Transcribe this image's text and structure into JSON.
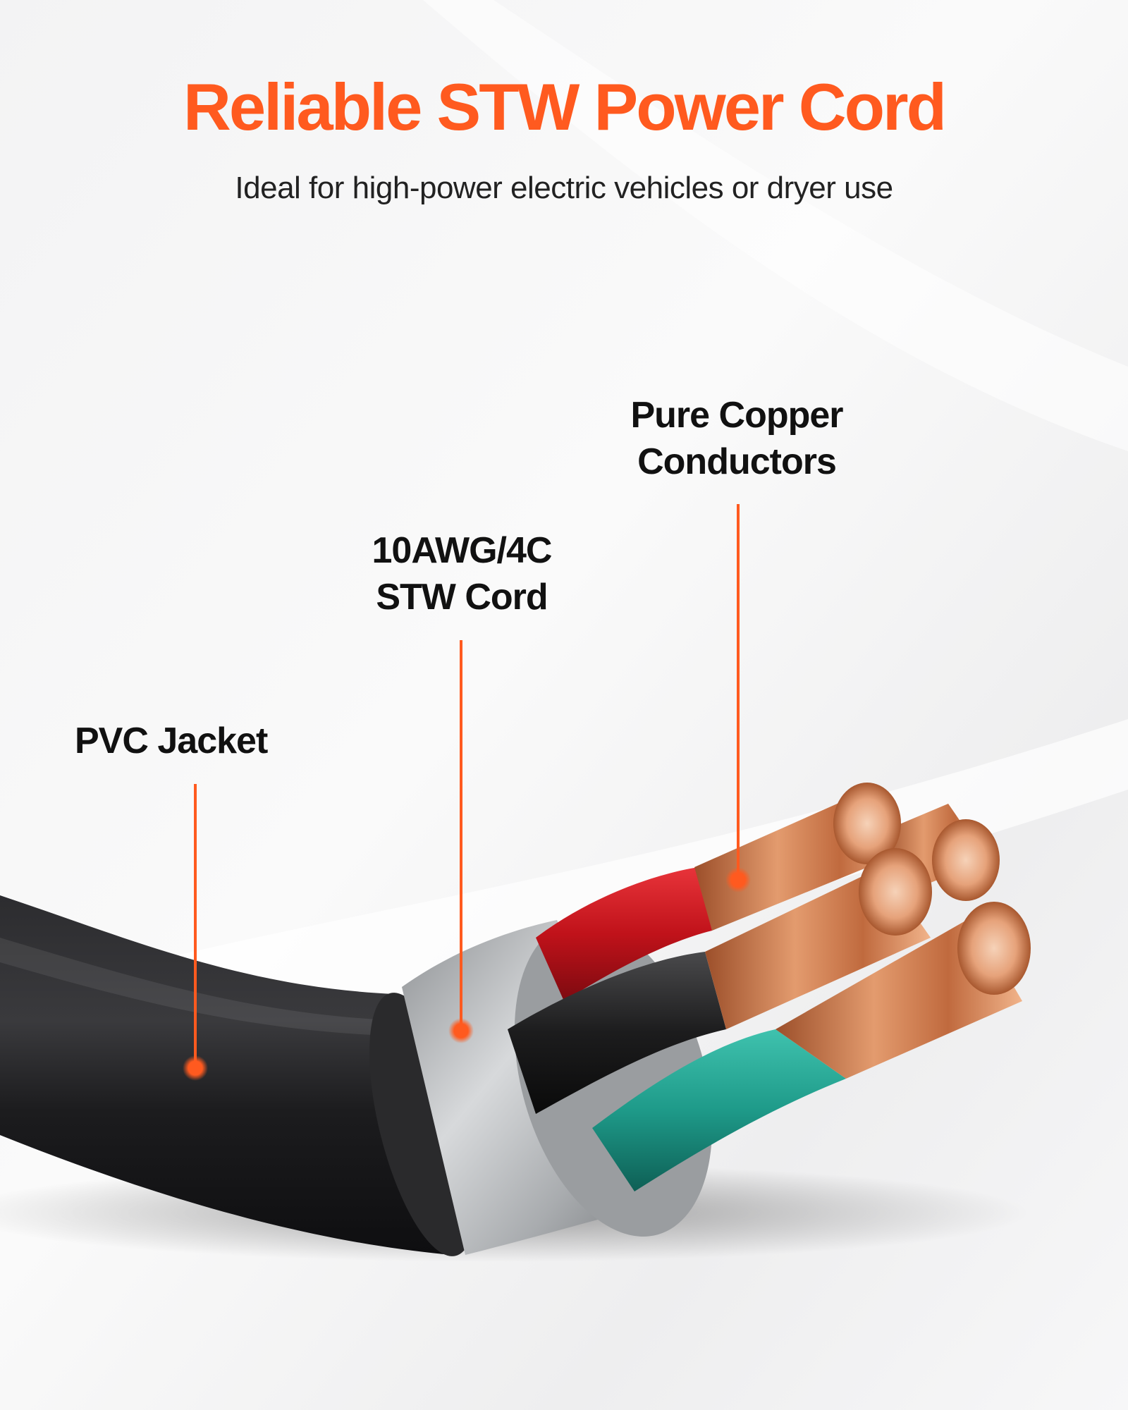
{
  "header": {
    "title": "Reliable STW Power Cord",
    "subtitle": "Ideal for high-power electric vehicles or dryer use"
  },
  "callouts": {
    "copper": {
      "line1": "Pure Copper",
      "line2": "Conductors"
    },
    "stw": {
      "line1": "10AWG/4C",
      "line2": "STW Cord"
    },
    "pvc": {
      "line1": "PVC Jacket"
    }
  },
  "colors": {
    "accent": "#ff5a1f",
    "text": "#111111",
    "subtitle_text": "#222222",
    "jacket": "#1e1e20",
    "filler": "#b9bcbf",
    "conductor_red": "#c8141b",
    "conductor_black": "#1a1a1a",
    "conductor_green": "#1f9c8c",
    "copper": "#d88457"
  }
}
